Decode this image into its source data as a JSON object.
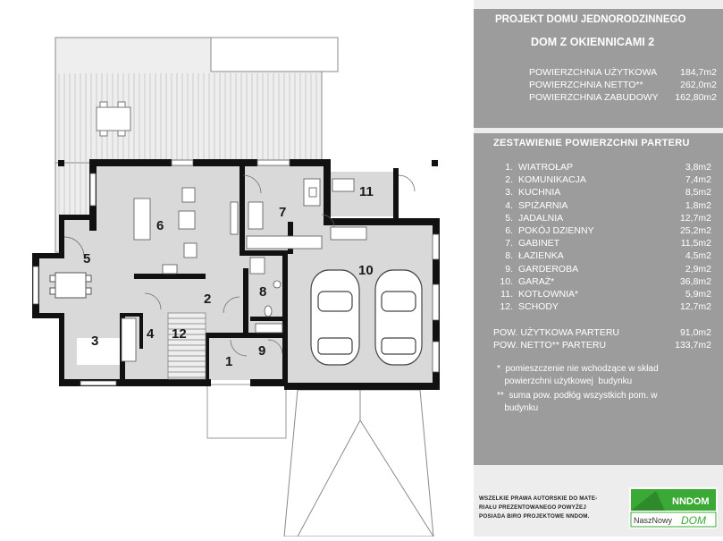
{
  "header": {
    "project_type": "PROJEKT DOMU JEDNORODZINNEGO",
    "project_name": "DOM Z OKIENNICAMI 2"
  },
  "stats": [
    {
      "label": "POWIERZCHNIA UŻYTKOWA",
      "value": "184,7m2"
    },
    {
      "label": "POWIERZCHNIA NETTO**",
      "value": "262,0m2"
    },
    {
      "label": "POWIERZCHNIA ZABUDOWY",
      "value": "162,80m2"
    }
  ],
  "floor_section_title": "ZESTAWIENIE POWIERZCHNI  PARTERU",
  "rooms": [
    {
      "num": "1.",
      "name": "WIATROŁAP",
      "area": "3,8m2"
    },
    {
      "num": "2.",
      "name": "KOMUNIKACJA",
      "area": "7,4m2"
    },
    {
      "num": "3.",
      "name": "KUCHNIA",
      "area": "8,5m2"
    },
    {
      "num": "4.",
      "name": "SPIŻARNIA",
      "area": "1,8m2"
    },
    {
      "num": "5.",
      "name": "JADALNIA",
      "area": "12,7m2"
    },
    {
      "num": "6.",
      "name": "POKÓJ DZIENNY",
      "area": "25,2m2"
    },
    {
      "num": "7.",
      "name": "GABINET",
      "area": "11,5m2"
    },
    {
      "num": "8.",
      "name": "ŁAZIENKA",
      "area": "4,5m2"
    },
    {
      "num": "9.",
      "name": "GARDEROBA",
      "area": "2,9m2"
    },
    {
      "num": "10.",
      "name": "GARAŻ*",
      "area": "36,8m2"
    },
    {
      "num": "11.",
      "name": "KOTŁOWNIA*",
      "area": "5,9m2"
    },
    {
      "num": "12.",
      "name": "SCHODY",
      "area": "12,7m2"
    }
  ],
  "summary": [
    {
      "label": "POW. UŻYTKOWA PARTERU",
      "value": "91,0m2"
    },
    {
      "label": "POW. NETTO** PARTERU",
      "value": "133,7m2"
    }
  ],
  "notes": [
    "*  pomieszczenie nie wchodzące w skład\n   powierzchni użytkowej  budynku",
    "**  suma pow. podłóg wszystkich pom. w\n   budynku"
  ],
  "copyright": "WSZELKIE PRAWA AUTORSKIE DO MATE-\nRIAŁU PREZENTOWANEGO POWYŻEJ\nPOSIADA BIRO PROJEKTOWE NNDOM.",
  "logo": {
    "top_text": "NNDOM",
    "bottom_left": "NaszNowy",
    "bottom_right": "DOM"
  },
  "plan_labels": [
    "1",
    "2",
    "3",
    "4",
    "5",
    "6",
    "7",
    "8",
    "9",
    "10",
    "11",
    "12"
  ],
  "colors": {
    "panel": "#9c9c9c",
    "band": "#ededed",
    "wall": "#111111",
    "floor": "#d9d9d9",
    "logo_green": "#3aa935"
  }
}
